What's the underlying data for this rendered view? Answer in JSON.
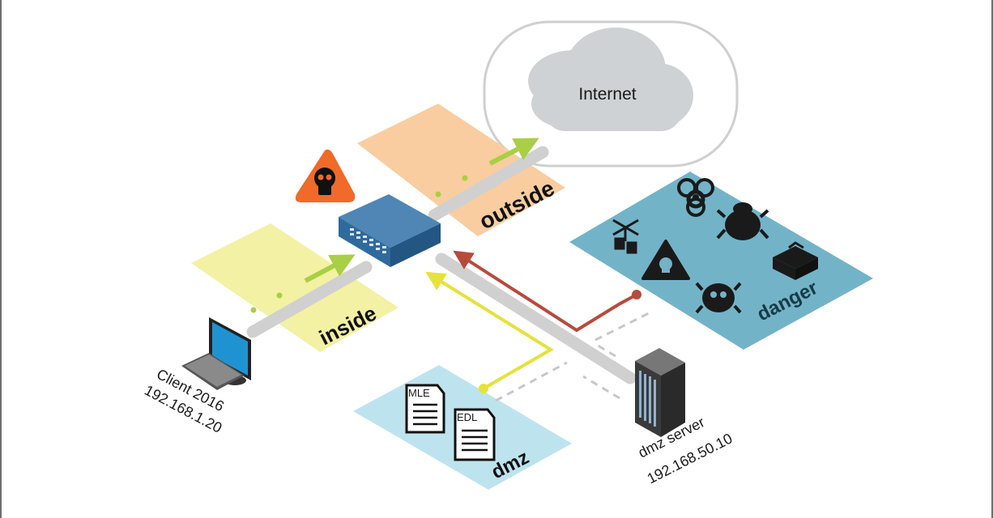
{
  "internet": {
    "label": "Internet"
  },
  "zones": {
    "outside": {
      "label": "outside",
      "color": "#f9cd9f"
    },
    "inside": {
      "label": "inside",
      "color": "#f3f1a3"
    },
    "dmz": {
      "label": "dmz",
      "color": "#bde4ee"
    },
    "danger": {
      "label": "danger",
      "color": "#73b3c8"
    }
  },
  "client": {
    "name": "Client 2016",
    "ip": "192.168.1.20"
  },
  "server": {
    "name": "dmz server",
    "ip": "192.168.50.10"
  },
  "documents": {
    "mle": "MLE",
    "edl": "EDL"
  },
  "icons": {
    "warning": "skull-warning-icon",
    "firewall": "firewall-icon",
    "danger": [
      "biohazard-icon",
      "bug-icon",
      "remote-control-icon",
      "skull-warning-icon",
      "skull-bug-icon",
      "toolbox-icon"
    ]
  },
  "colors": {
    "flow_red": "#b84a3c",
    "flow_yellow": "#e6e23a",
    "flow_green": "#a8cf45",
    "warning_orange": "#f06a2a"
  }
}
